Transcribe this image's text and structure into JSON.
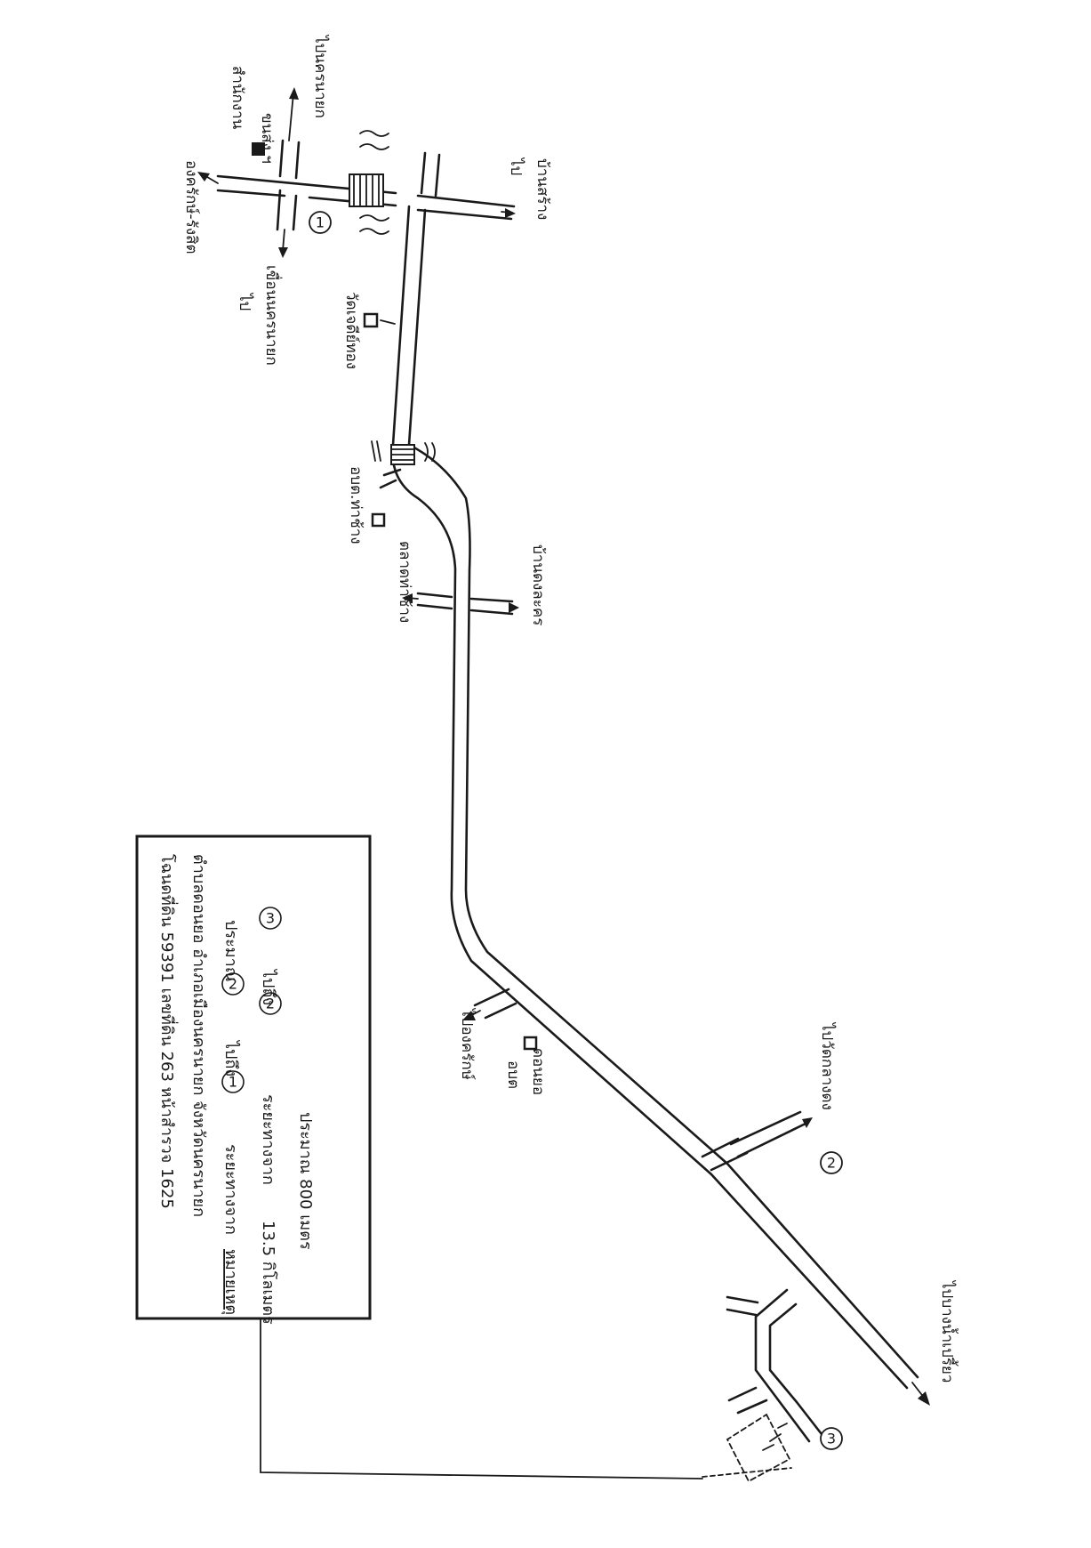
{
  "legend": {
    "line1": "โฉนดที่ดิน 59391 เลขที่ดิน 263 หน้าสำรวจ 1625",
    "line2": "ตำบลดอนยอ อำเภอเมืองนครนายก จังหวัดนครนายก",
    "line3_title": "หมายเหตุ",
    "line3_text": "ระยะทางจาก",
    "line3_to": "ไปถึง",
    "line3_approx": "ประมาณ",
    "line4_dist": "13.5 กิโลเมตร",
    "line4_text": "ระยะทางจาก",
    "line4_to": "ไปถึง",
    "line5": "ประมาณ 800 เมตร",
    "marker1": "1",
    "marker2": "2",
    "marker3": "3"
  },
  "places": {
    "ongkharak_rangsit": "องครักษ์-รังสิต",
    "office": "สำนักงาน",
    "khonsong": "ขนส่ง ฯ",
    "to_nakhonnayok_top": "ไปนครนายก",
    "to_nakhonnayok_top_prefix": "ไ",
    "to_bansrang_1": "ไป",
    "to_bansrang_2": "บ้านสร้าง",
    "to_dam_1": "ไป",
    "to_dam_2": "เขื่อนนครนายก",
    "wat_chedi": "วัดเจดีย์ทอง",
    "obt_thachang": "อบต.ท่าช้าง",
    "market_thachang": "ตลาดท่าช้าง",
    "ban_dongla": "บ้านดงละคร",
    "to_ongkharak": "ไปองครักษ์",
    "obt_donyo_1": "อบต",
    "obt_donyo_2": "ดอนยอ",
    "to_wat_klang_dong": "ไปวัดกลางดง",
    "to_bang_nam_priao": "ไปบางน้ำเปรี้ยว",
    "marker1": "1",
    "marker2": "2",
    "marker3": "3"
  }
}
